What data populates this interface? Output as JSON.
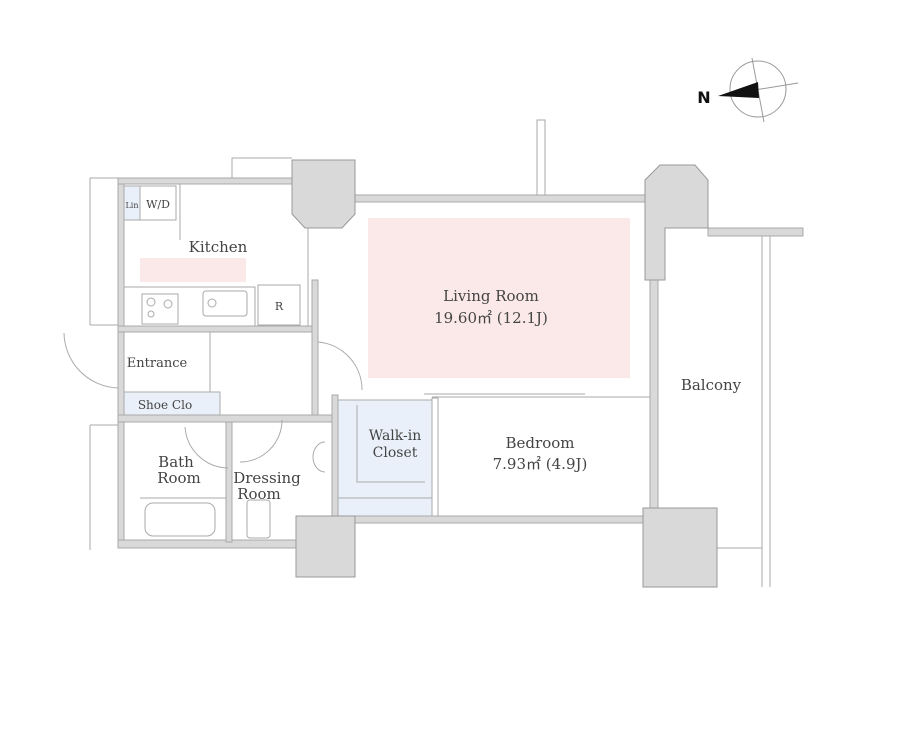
{
  "colors": {
    "wall": "#d9d9d9",
    "living_highlight": "#fbe9e9",
    "closet_fill": "#eaf0fa",
    "text": "#444444"
  },
  "compass": {
    "north_label": "N"
  },
  "rooms": {
    "kitchen": {
      "label": "Kitchen"
    },
    "lin": {
      "label": "Lin"
    },
    "wd": {
      "label": "W/D"
    },
    "refrigerator": {
      "label": "R"
    },
    "living": {
      "label": "Living Room",
      "area": "19.60㎡ (12.1J)"
    },
    "balcony": {
      "label": "Balcony"
    },
    "bedroom": {
      "label": "Bedroom",
      "area": "7.93㎡ (4.9J)"
    },
    "walkin": {
      "line1": "Walk-in",
      "line2": "Closet"
    },
    "entrance": {
      "label": "Entrance"
    },
    "shoe_closet": {
      "label": "Shoe Clo"
    },
    "bath": {
      "line1": "Bath",
      "line2": "Room"
    },
    "dressing": {
      "line1": "Dressing",
      "line2": "Room"
    }
  }
}
